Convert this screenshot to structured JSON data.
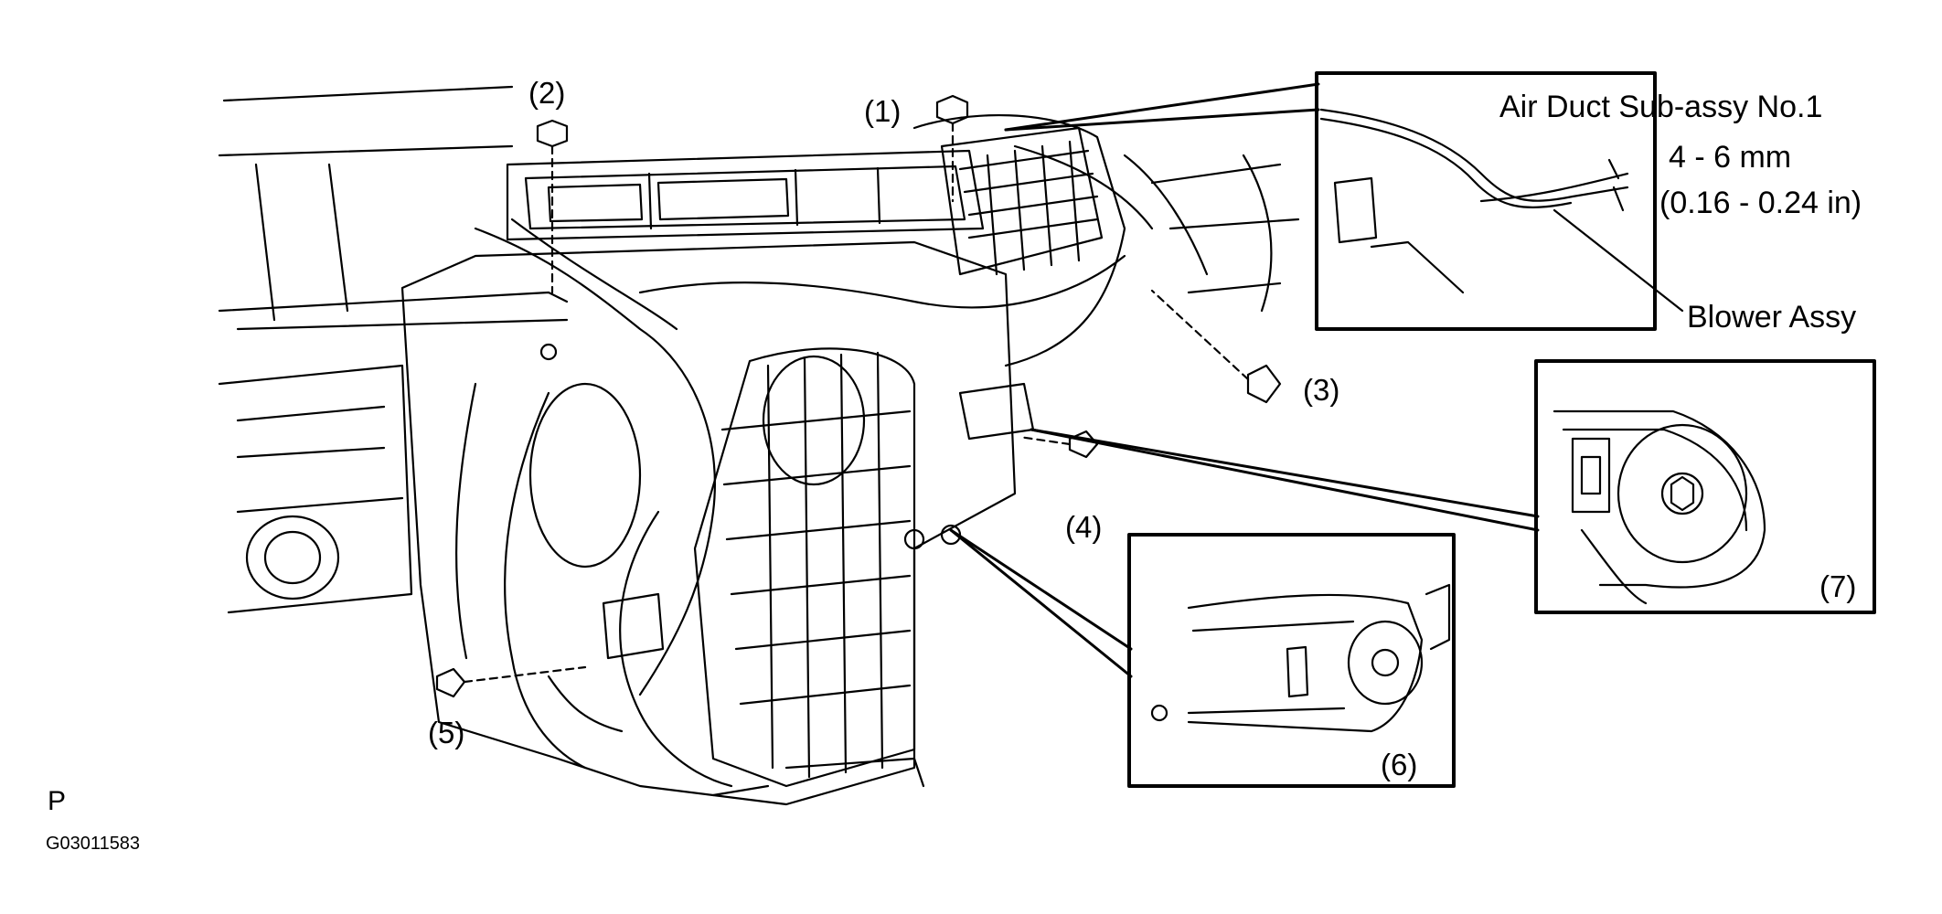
{
  "callouts": {
    "c1": "(1)",
    "c2": "(2)",
    "c3": "(3)",
    "c4": "(4)",
    "c5": "(5)",
    "c6": "(6)",
    "c7": "(7)"
  },
  "inset_top": {
    "duct_label": "Air Duct Sub-assy No.1",
    "gap_mm": "4 - 6 mm",
    "gap_in": "(0.16 - 0.24 in)",
    "blower_label": "Blower Assy"
  },
  "footer": {
    "view_letter": "P",
    "figure_id": "G03011583"
  }
}
